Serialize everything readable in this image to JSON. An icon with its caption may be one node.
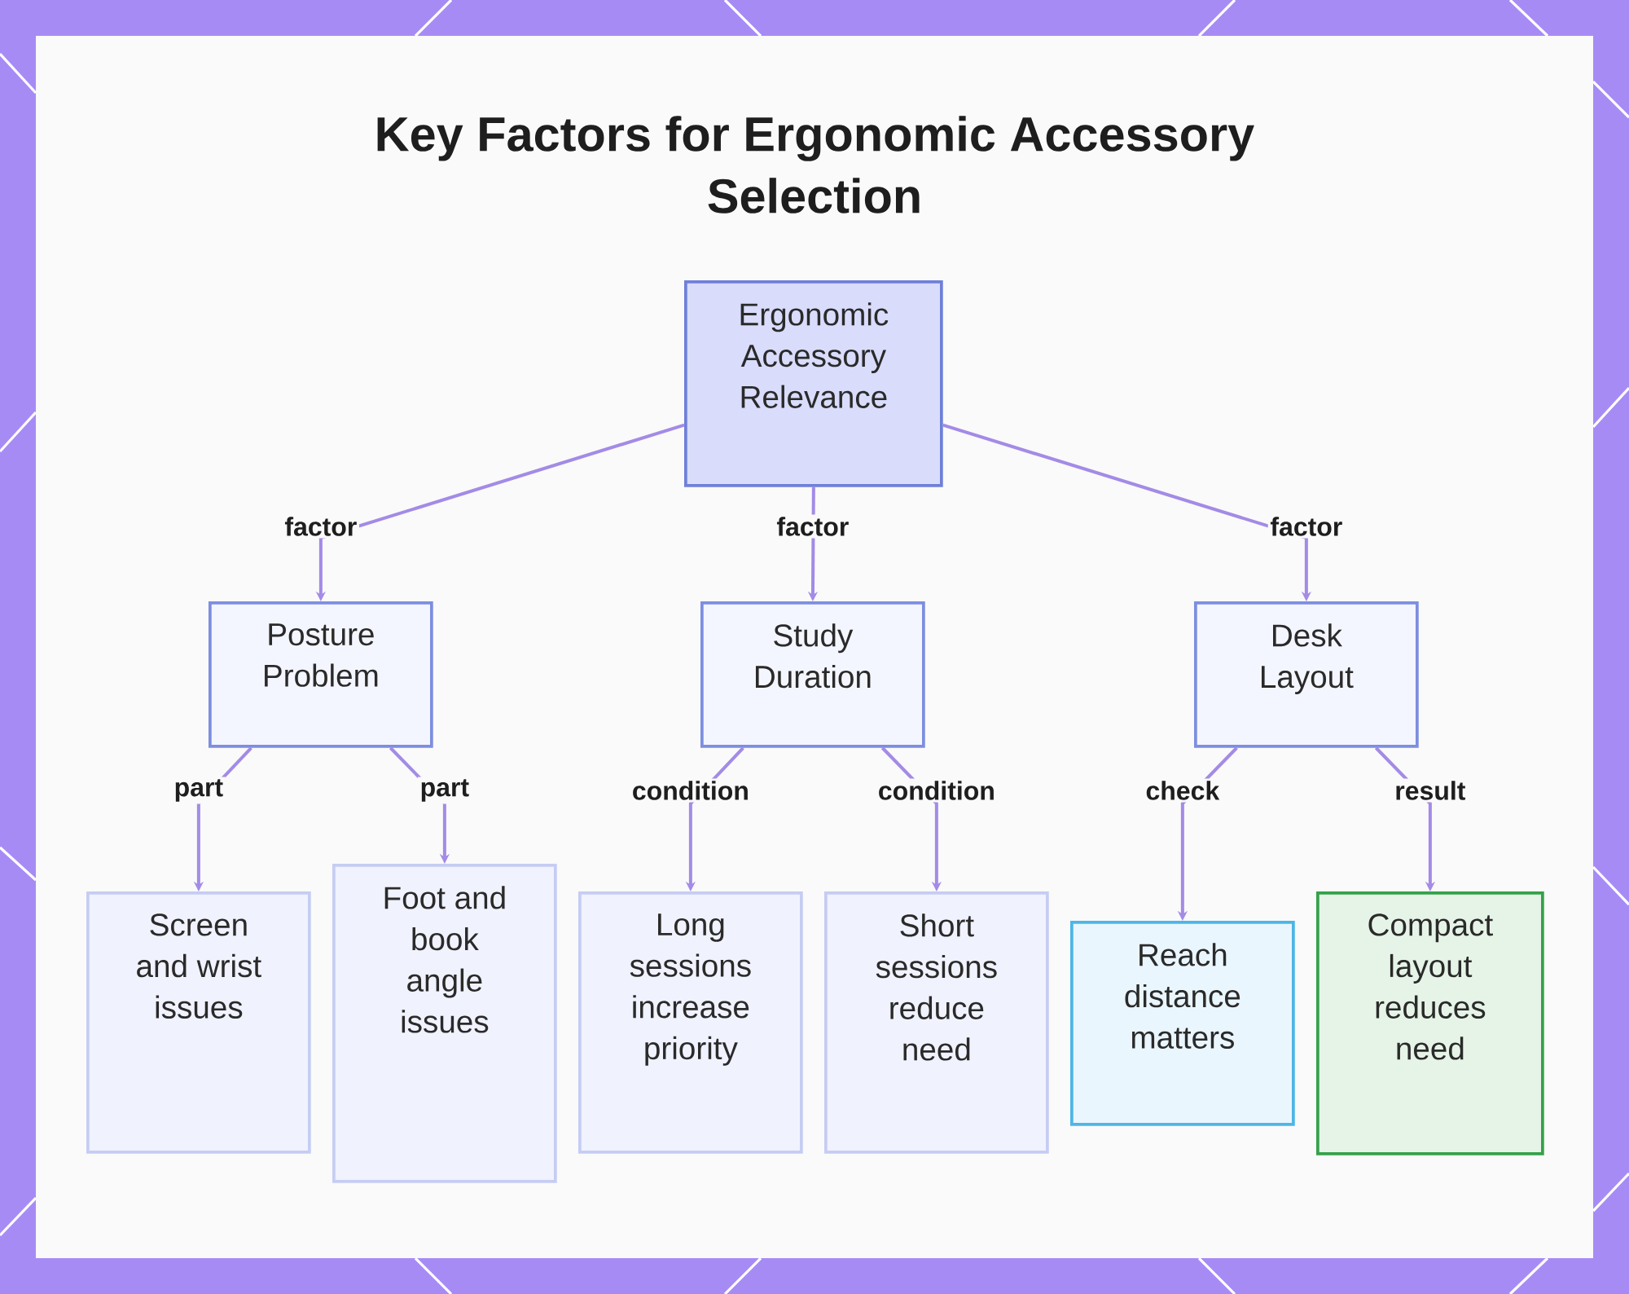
{
  "diagram": {
    "title": "Key Factors for Ergonomic Accessory Selection",
    "nodes": [
      {
        "text": [
          "Ergonomic Accessory Relevance"
        ]
      },
      {
        "text": [
          "Posture Problem"
        ]
      },
      {
        "text": [
          "Study Duration"
        ]
      },
      {
        "text": [
          "Desk Layout"
        ]
      },
      {
        "text": [
          "Screen and wrist issues"
        ]
      },
      {
        "text": [
          "Foot and book angle issues"
        ]
      },
      {
        "text": [
          "Long sessions increase priority"
        ]
      },
      {
        "text": [
          "Short sessions reduce need"
        ]
      },
      {
        "text": [
          "Reach distance matters"
        ]
      },
      {
        "text": [
          "Compact layout reduces need"
        ]
      }
    ],
    "edges": [
      {
        "from": 0,
        "to": 1,
        "arrow": "to",
        "label": "factor"
      },
      {
        "from": 0,
        "to": 2,
        "arrow": "to",
        "label": "factor"
      },
      {
        "from": 0,
        "to": 3,
        "arrow": "to",
        "label": "factor"
      },
      {
        "from": 1,
        "to": 4,
        "arrow": "to",
        "label": "part"
      },
      {
        "from": 1,
        "to": 5,
        "arrow": "to",
        "label": "part"
      },
      {
        "from": 2,
        "to": 6,
        "arrow": "to",
        "label": "condition"
      },
      {
        "from": 2,
        "to": 7,
        "arrow": "to",
        "label": "condition"
      },
      {
        "from": 3,
        "to": 8,
        "arrow": "to",
        "label": "check"
      },
      {
        "from": 3,
        "to": 9,
        "arrow": "to",
        "label": "result"
      }
    ]
  }
}
